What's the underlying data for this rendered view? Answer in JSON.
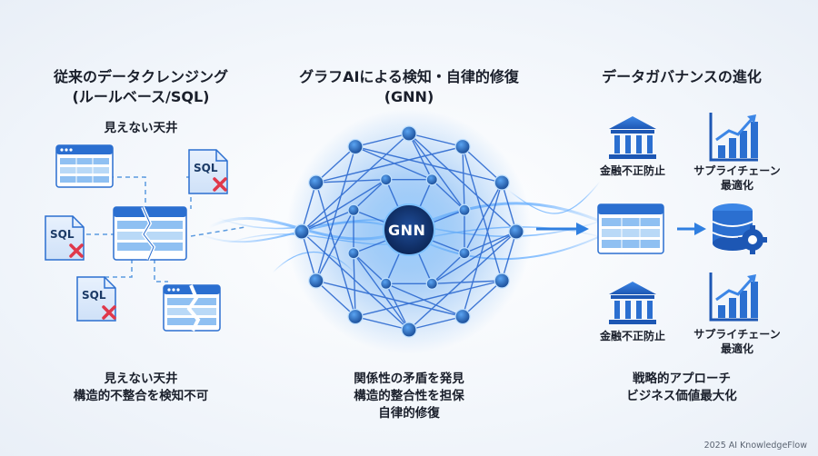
{
  "left": {
    "heading_line1": "従来のデータクレンジング",
    "heading_line2": "(ルールベース/SQL)",
    "sub_heading": "見えない天井",
    "sql_label": "SQL",
    "caption_line1": "見えない天井",
    "caption_line2": "構造的不整合を検知不可"
  },
  "center": {
    "heading_line1": "グラフAIによる検知・自律的修復",
    "heading_line2": "(GNN)",
    "core_label": "GNN",
    "caption_line1": "関係性の矛盾を発見",
    "caption_line2": "構造的整合性を担保",
    "caption_line3": "自律的修復"
  },
  "right": {
    "heading": "データガバナンスの進化",
    "top_left_label": "金融不正防止",
    "top_right_label_line1": "サプライチェーン",
    "top_right_label_line2": "最適化",
    "bottom_left_label": "金融不正防止",
    "bottom_right_label_line1": "サプライチェーン",
    "bottom_right_label_line2": "最適化",
    "caption_line1": "戦略的アプローチ",
    "caption_line2": "ビジネス価値最大化"
  },
  "footer": "2025 AI KnowledgeFlow",
  "icons": [
    "table-icon",
    "sql-file-icon",
    "error-x-icon",
    "bank-icon",
    "growth-chart-icon",
    "database-gear-icon",
    "arrow-right-icon"
  ],
  "colors": {
    "accent": "#2f7fe0",
    "dark_node": "#143a7a",
    "error": "#e0384b",
    "table_header": "#2b6fd0"
  }
}
